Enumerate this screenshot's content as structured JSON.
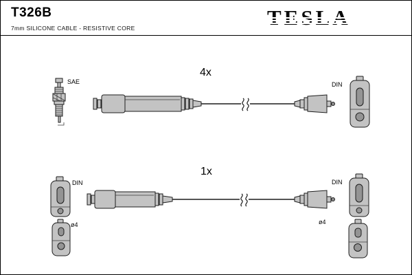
{
  "page": {
    "part_number": "T326B",
    "description": "7mm SILICONE CABLE - RESISTIVE CORE",
    "brand": "TESLA"
  },
  "top_assembly": {
    "quantity": "4x",
    "plug_standard": "SAE",
    "connector_standard": "DIN"
  },
  "bottom_assembly": {
    "quantity": "1x",
    "left_connector_standard": "DIN",
    "right_connector_standard": "DIN",
    "left_diameter": "ø4",
    "right_diameter": "ø4"
  },
  "colors": {
    "background": "#ffffff",
    "line": "#1c1c1c",
    "part_fill": "#c3c3c3"
  }
}
